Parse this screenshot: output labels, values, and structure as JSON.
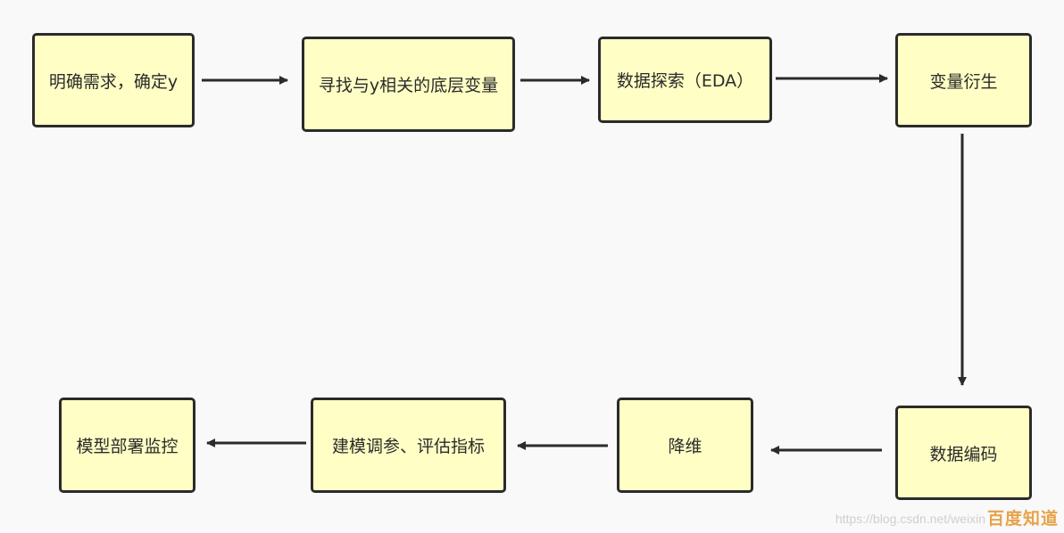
{
  "nodes": {
    "n1": "明确需求，确定y",
    "n2": "寻找与y相关的底层变量",
    "n3": "数据探索（EDA）",
    "n4": "变量衍生",
    "n5": "数据编码",
    "n6": "降维",
    "n7": "建模调参、评估指标",
    "n8": "模型部署监控"
  },
  "watermark": {
    "url": "https://blog.csdn.net/weixin",
    "logo": "百度知道"
  },
  "colors": {
    "node_fill": "#ffffc5",
    "node_border": "#2b2b2b",
    "arrow": "#2b2b2b",
    "background": "#f9f9f9"
  }
}
